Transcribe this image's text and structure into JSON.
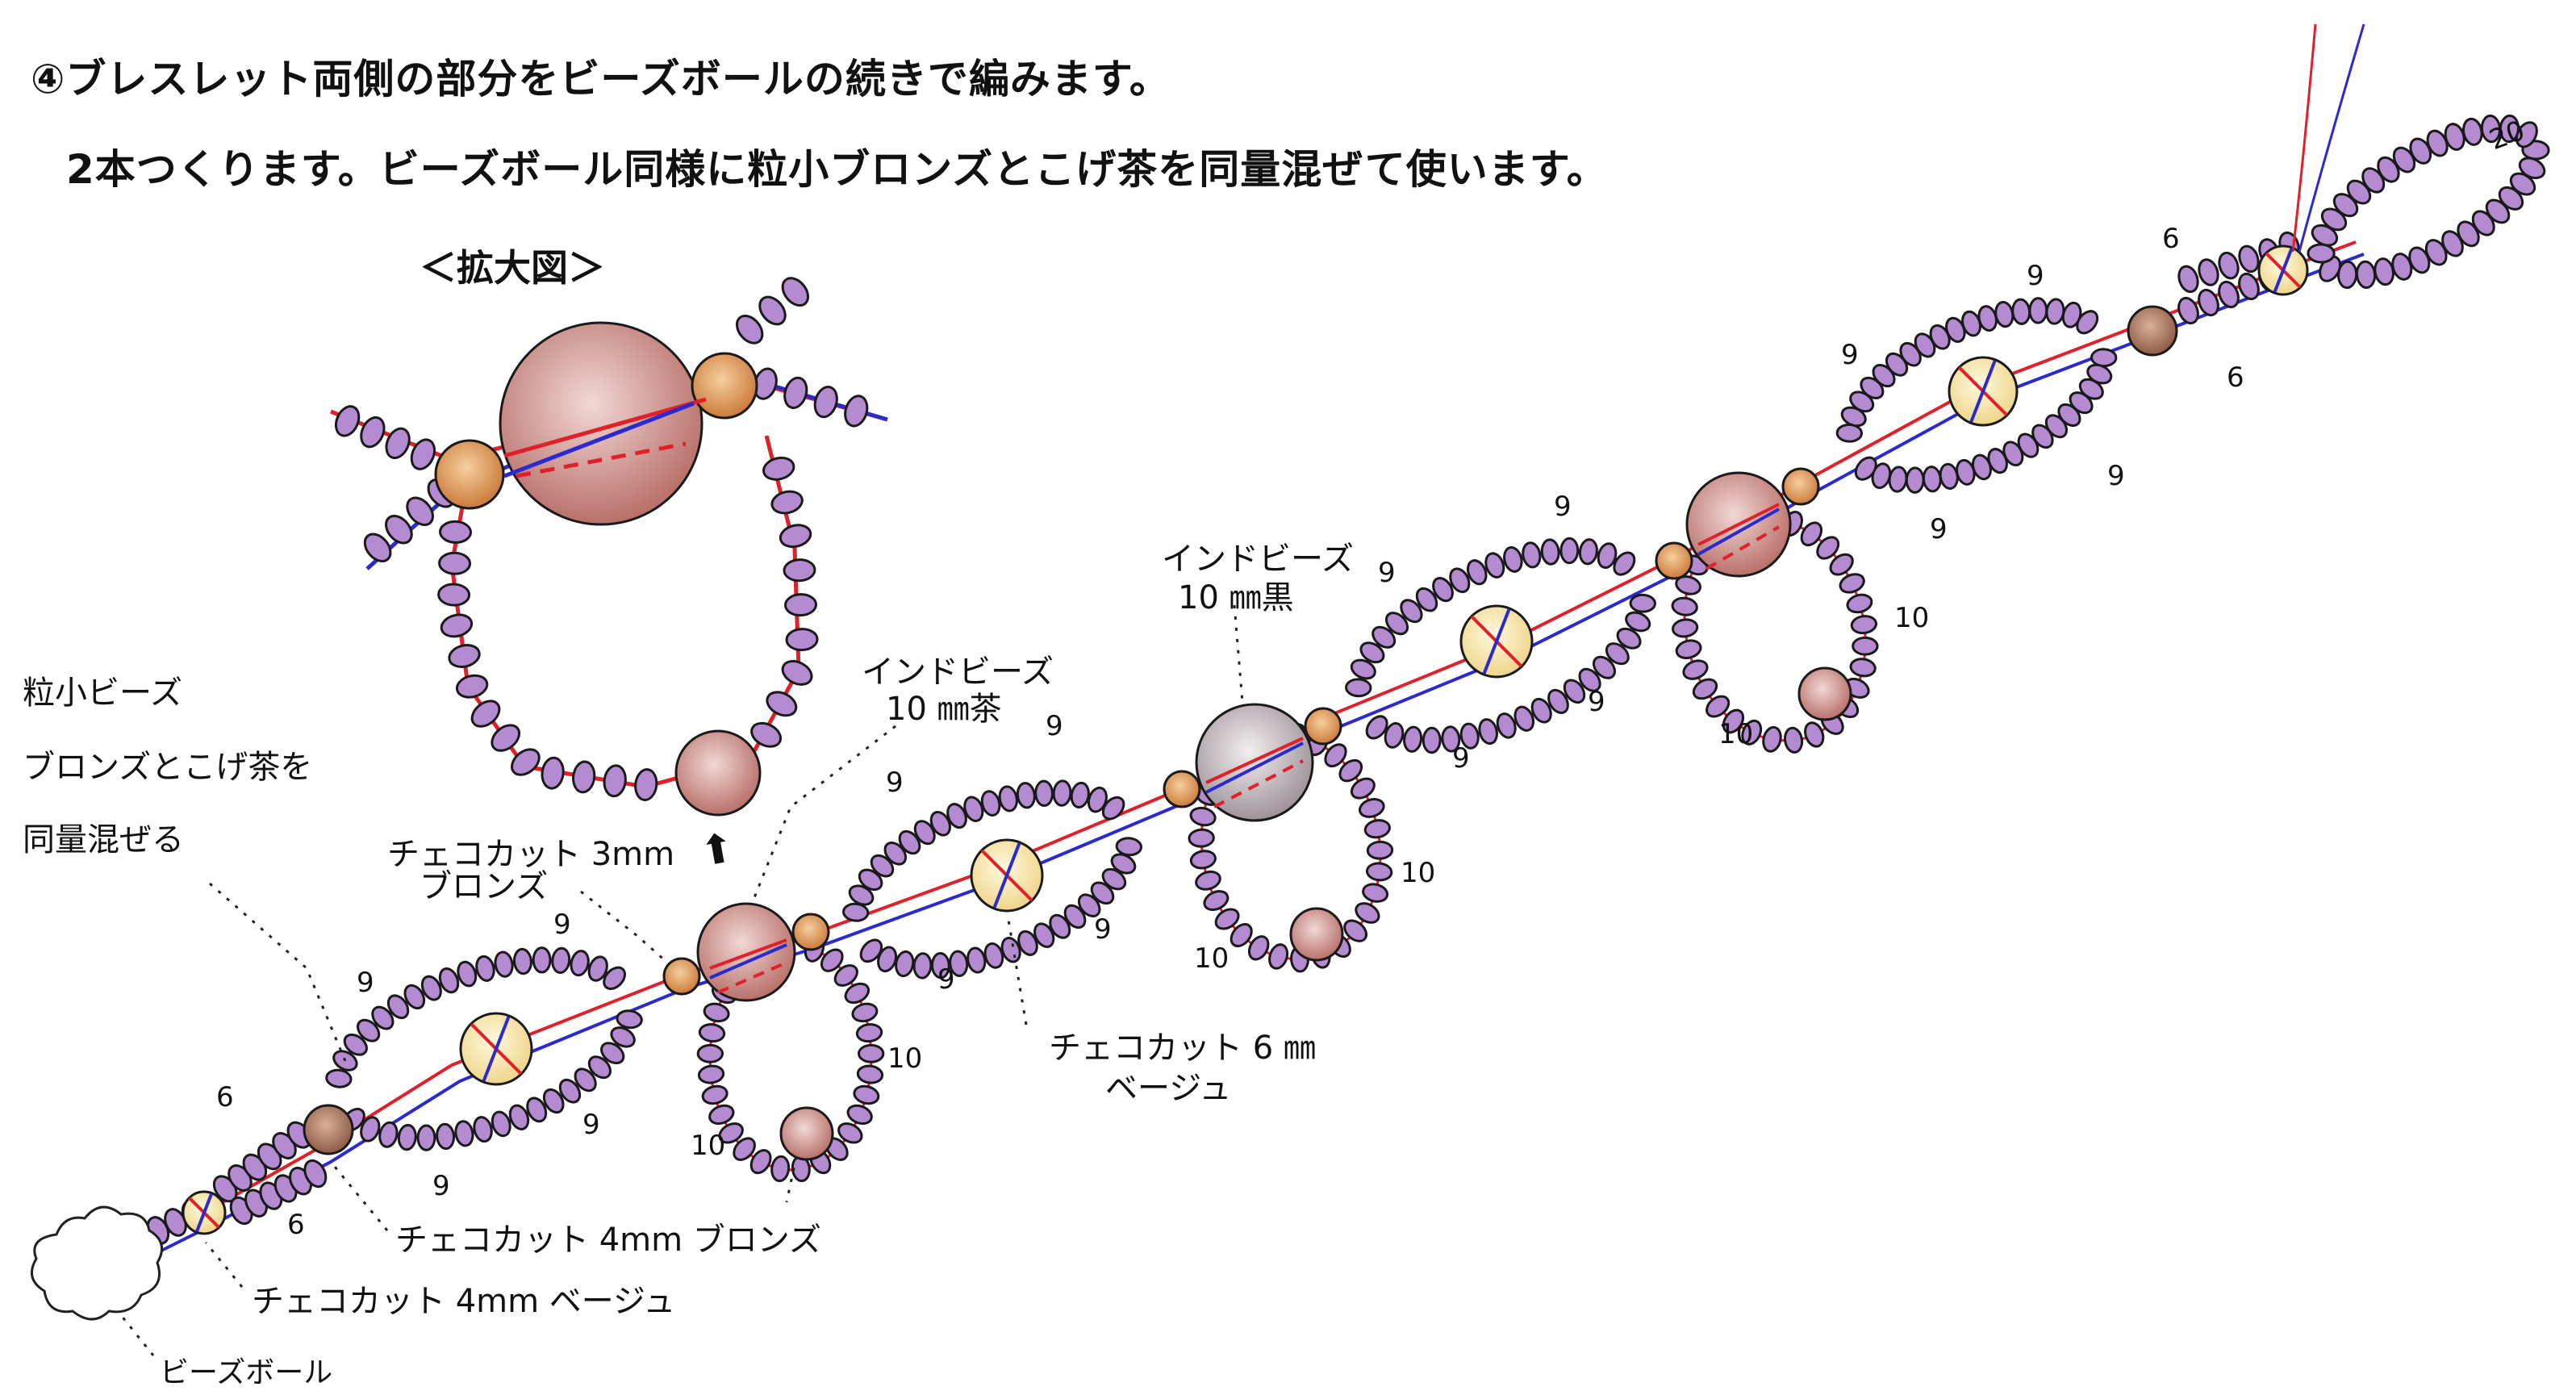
{
  "header": {
    "line1": "④ブレスレット両側の部分をビーズボールの続きで編みます。",
    "line2": "2本つくります。ビーズボール同様に粒小ブロンズとこげ茶を同量混ぜて使います。"
  },
  "zoom_title": "＜拡大図＞",
  "labels": {
    "small_beads_1": "粒小ビーズ",
    "small_beads_2": "ブロンズとこげ茶を",
    "small_beads_3": "同量混ぜる",
    "czech_3mm_1": "チェコカット 3mm",
    "czech_3mm_2": "ブロンズ",
    "india_brown_1": "インドビーズ",
    "india_brown_2": "10 ㎜茶",
    "india_black_1": "インドビーズ",
    "india_black_2": "10 ㎜黒",
    "czech_6mm_1": "チェコカット 6 ㎜",
    "czech_6mm_2": "ベージュ",
    "czech_4mm_bronze": "チェコカット 4mm ブロンズ",
    "czech_4mm_beige": "チェコカット 4mm ベージュ",
    "bead_ball": "ビーズボール"
  },
  "counts": {
    "n6": "6",
    "n9": "9",
    "n10": "10",
    "n20": "20"
  },
  "colors": {
    "thread_red": "#e0202a",
    "thread_blue": "#2a2ad0",
    "bead_purple": "#b48ad0",
    "bead_outline": "#1a1a1a",
    "india_brown": "#c98a86",
    "india_black": "#b9b0b6",
    "czech_beige": "#f7e6a6",
    "czech_bronze": "#e0a066",
    "czech_bronze_4mm": "#b07a60"
  }
}
